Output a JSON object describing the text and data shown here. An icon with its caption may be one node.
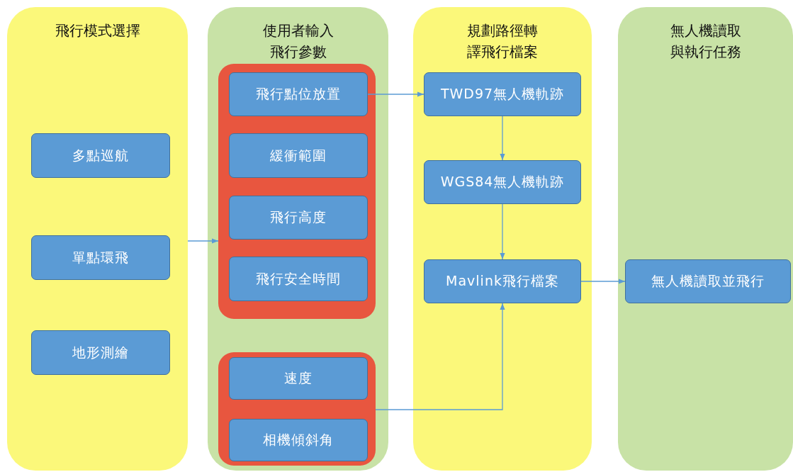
{
  "diagram": {
    "nodes": [
      {
        "text": [
          "飛行模式選擇"
        ]
      },
      {
        "text": [
          "多點巡航"
        ],
        "in": 0
      },
      {
        "text": [
          "單點環飛"
        ],
        "in": 0
      },
      {
        "text": [
          "地形測繪"
        ],
        "in": 0
      },
      {
        "text": [
          "使用者輸入飛行參數"
        ]
      },
      {
        "text": [],
        "shape": "box",
        "in": 4
      },
      {
        "text": [
          "飛行點位放置"
        ],
        "in": 5
      },
      {
        "text": [
          "緩衝範圍"
        ],
        "in": 5
      },
      {
        "text": [
          "飛行高度"
        ],
        "in": 5
      },
      {
        "text": [
          "飛行安全時間"
        ],
        "in": 5
      },
      {
        "text": [],
        "shape": "box",
        "in": 4
      },
      {
        "text": [
          "速度"
        ],
        "in": 10
      },
      {
        "text": [
          "相機傾斜角"
        ],
        "in": 10
      },
      {
        "text": [
          "規劃路徑轉譯飛行檔案"
        ]
      },
      {
        "text": [
          "TWD97無人機軌跡"
        ],
        "in": 13
      },
      {
        "text": [
          "WGS84無人機軌跡"
        ],
        "in": 13
      },
      {
        "text": [
          "Mavlink飛行檔案"
        ],
        "in": 13
      },
      {
        "text": [
          "無人機讀取與執行任務"
        ]
      },
      {
        "text": [
          "無人機讀取並飛行"
        ],
        "in": 17
      }
    ],
    "edges": [
      {
        "from": 0,
        "to": 5,
        "arrow": "to"
      },
      {
        "from": 6,
        "to": 14,
        "arrow": "to"
      },
      {
        "from": 14,
        "to": 15,
        "arrow": "to"
      },
      {
        "from": 15,
        "to": 16,
        "arrow": "to"
      },
      {
        "from": 10,
        "to": 16,
        "arrow": "to"
      },
      {
        "from": 16,
        "to": 18,
        "arrow": "to"
      }
    ]
  }
}
